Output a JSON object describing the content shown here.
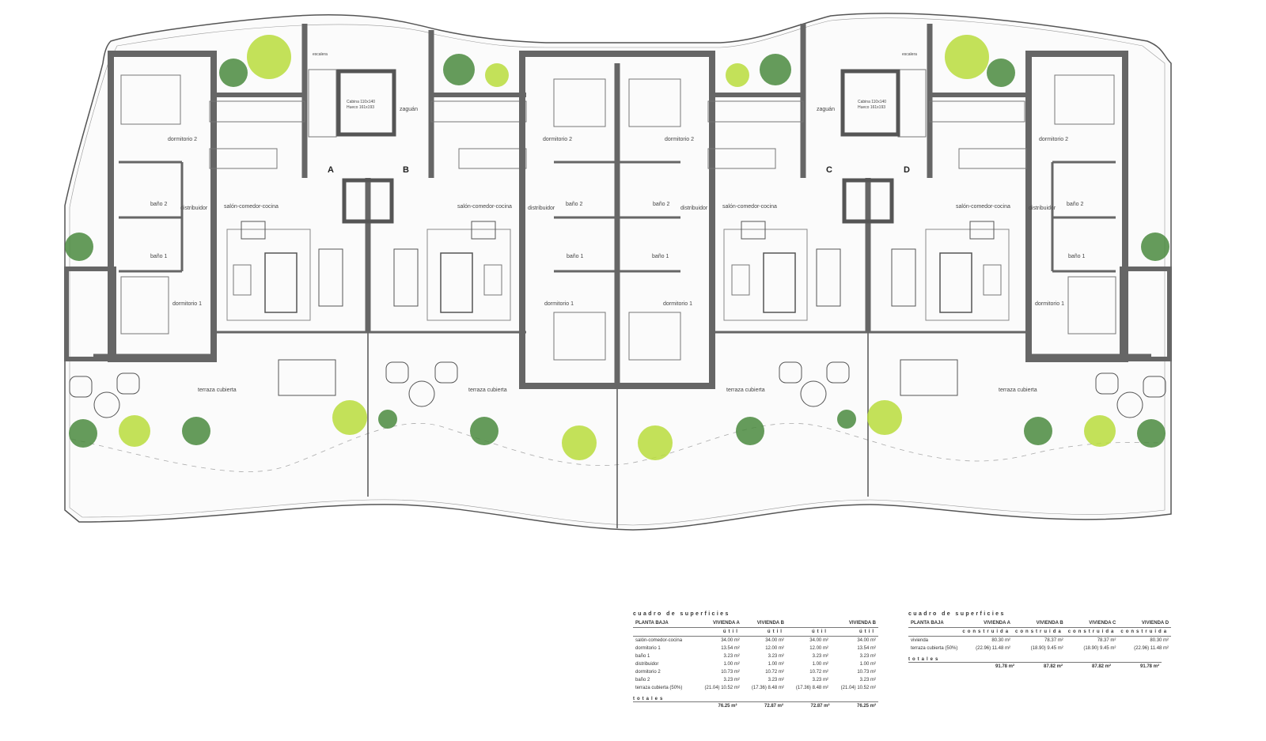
{
  "plan": {
    "units": [
      "A",
      "B",
      "C",
      "D"
    ],
    "rooms": {
      "escalera": "escalera",
      "zaguan": "zaguán",
      "dormitorio_2": "dormitorio 2",
      "dormitorio_1": "dormitorio 1",
      "bano_2": "baño 2",
      "bano_1": "baño 1",
      "distribuidor": "distribuidor",
      "salon": "salón-comedor-cocina",
      "terraza": "terraza cubierta",
      "cabina": "Cabina 110x140",
      "hueco": "Hueco 161x193"
    }
  },
  "table1": {
    "title": "cuadro de superficies",
    "header": [
      "PLANTA BAJA",
      "VIVIENDA A",
      "VIVIENDA B",
      "",
      "VIVIENDA B"
    ],
    "sub": [
      "",
      "útil",
      "útil",
      "útil",
      "útil"
    ],
    "rows": [
      [
        "salón-comedor-cocina",
        "34.00 m²",
        "34.00 m²",
        "34.00 m²",
        "34.00 m²"
      ],
      [
        "dormitorio 1",
        "13.54 m²",
        "12.00 m²",
        "12.00 m²",
        "13.54 m²"
      ],
      [
        "baño 1",
        "3.23 m²",
        "3.23 m²",
        "3.23 m²",
        "3.23 m²"
      ],
      [
        "distribuidor",
        "1.00 m²",
        "1.00 m²",
        "1.00 m²",
        "1.00 m²"
      ],
      [
        "dormitorio 2",
        "10.73 m²",
        "10.72 m²",
        "10.72 m²",
        "10.73 m²"
      ],
      [
        "baño 2",
        "3.23 m²",
        "3.23 m²",
        "3.23 m²",
        "3.23 m²"
      ],
      [
        "terraza cubierta (50%)",
        "(21.04) 10.52 m²",
        "(17.36) 8.48 m²",
        "(17.36) 8.48 m²",
        "(21.04) 10.52 m²"
      ]
    ],
    "totals_label": "totales",
    "totals": [
      "76.25 m²",
      "72.87 m²",
      "72.87 m²",
      "76.25 m²"
    ]
  },
  "table2": {
    "title": "cuadro de superficies",
    "header": [
      "PLANTA BAJA",
      "VIVIENDA A",
      "VIVIENDA B",
      "VIVIENDA C",
      "VIVIENDA D"
    ],
    "sub": [
      "",
      "construida",
      "construida",
      "construida",
      "construida"
    ],
    "rows": [
      [
        "vivienda",
        "80.30 m²",
        "78.37 m²",
        "78.37 m²",
        "80.30 m²"
      ],
      [
        "terraza cubierta (50%)",
        "(22.96) 11.48 m²",
        "(18.90) 9.45 m²",
        "(18.90) 9.45 m²",
        "(22.96) 11.48 m²"
      ]
    ],
    "totals_label": "totales",
    "totals": [
      "91.78 m²",
      "87.82 m²",
      "87.82 m²",
      "91.78 m²"
    ]
  }
}
